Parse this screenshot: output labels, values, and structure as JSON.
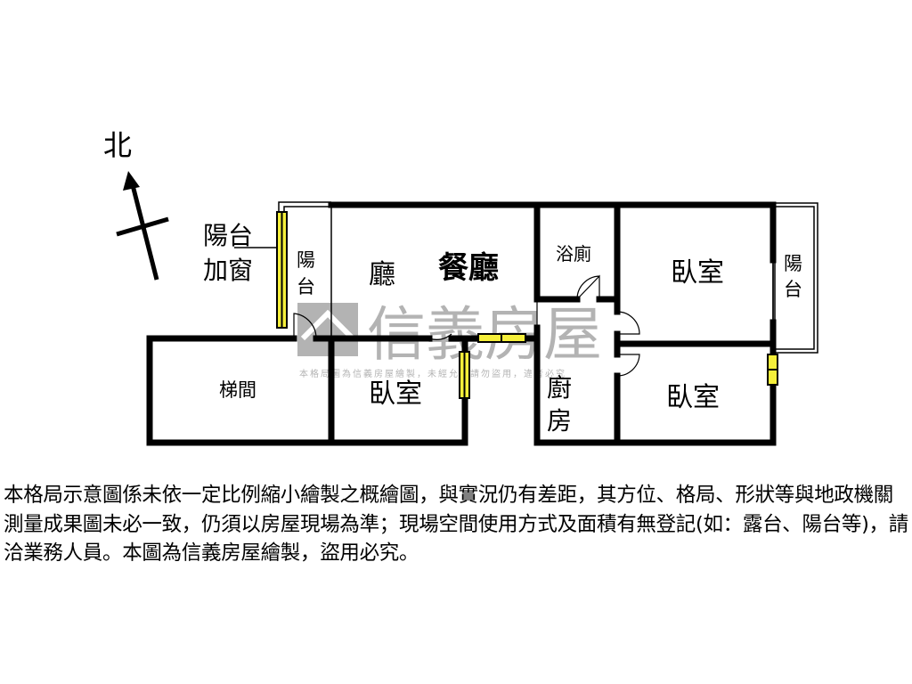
{
  "compass": {
    "north_label": "北"
  },
  "rooms": {
    "balcony_window_label_line1": "陽台",
    "balcony_window_label_line2": "加窗",
    "balcony_left_line1": "陽",
    "balcony_left_line2": "台",
    "living": "廳",
    "dining": "餐廳",
    "bathroom": "浴廁",
    "bedroom_ne": "臥室",
    "balcony_right_line1": "陽",
    "balcony_right_line2": "台",
    "stairs": "梯間",
    "bedroom_sw": "臥室",
    "kitchen_line1": "廚",
    "kitchen_line2": "房",
    "bedroom_se": "臥室"
  },
  "watermark": {
    "brand": "信義房屋",
    "notice": "本格局圖為信義房屋繪製，未經允許請勿盜用，違者必究"
  },
  "disclaimer": "本格局示意圖係未依一定比例縮小繪製之概繪圖，與實況仍有差距，其方位、格局、形狀等與地政機關測量成果圖未必一致，仍須以房屋現場為準；現場空間使用方式及面積有無登記(如：露台、陽台等)，請洽業務人員。本圖為信義房屋繪製，盜用必究。",
  "colors": {
    "wall": "#000000",
    "window": "#f5ef3a",
    "watermark": "#9a9a9a"
  }
}
